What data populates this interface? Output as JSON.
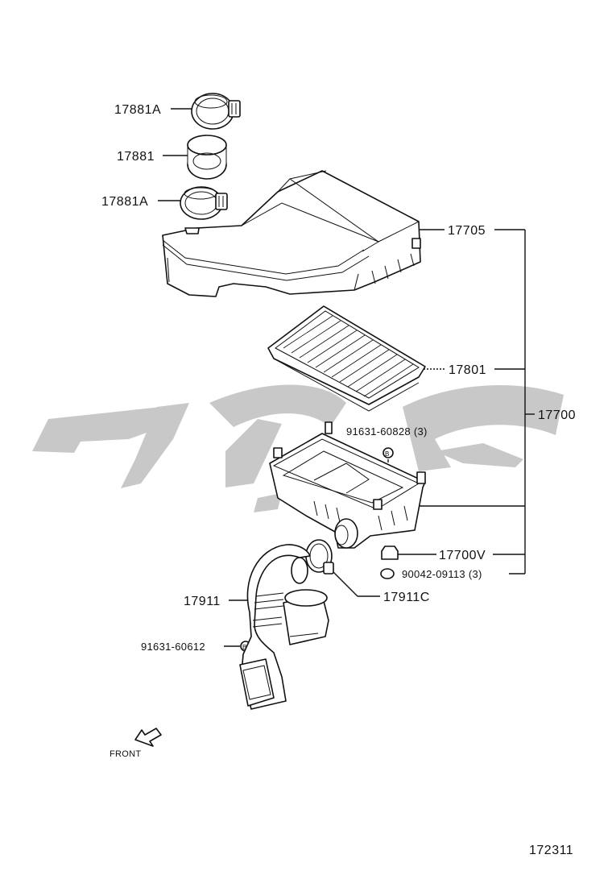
{
  "labels": {
    "clamp_upper": "17881A",
    "hose_short": "17881",
    "clamp_lower": "17881A",
    "cap_sub_assy": "17705",
    "element": "17801",
    "cleaner_assy": "17700",
    "bolt_top": "91631-60828 (3)",
    "case": "17700V",
    "grommet": "90042-09113 (3)",
    "inlet_hose": "17911",
    "inlet_clamp": "17911C",
    "bolt_inlet": "91631-60612",
    "front_marker": "FRONT",
    "diagram_number": "172311"
  },
  "colors": {
    "line": "#111111",
    "watermark": "#c8c8c8",
    "background": "#ffffff"
  }
}
